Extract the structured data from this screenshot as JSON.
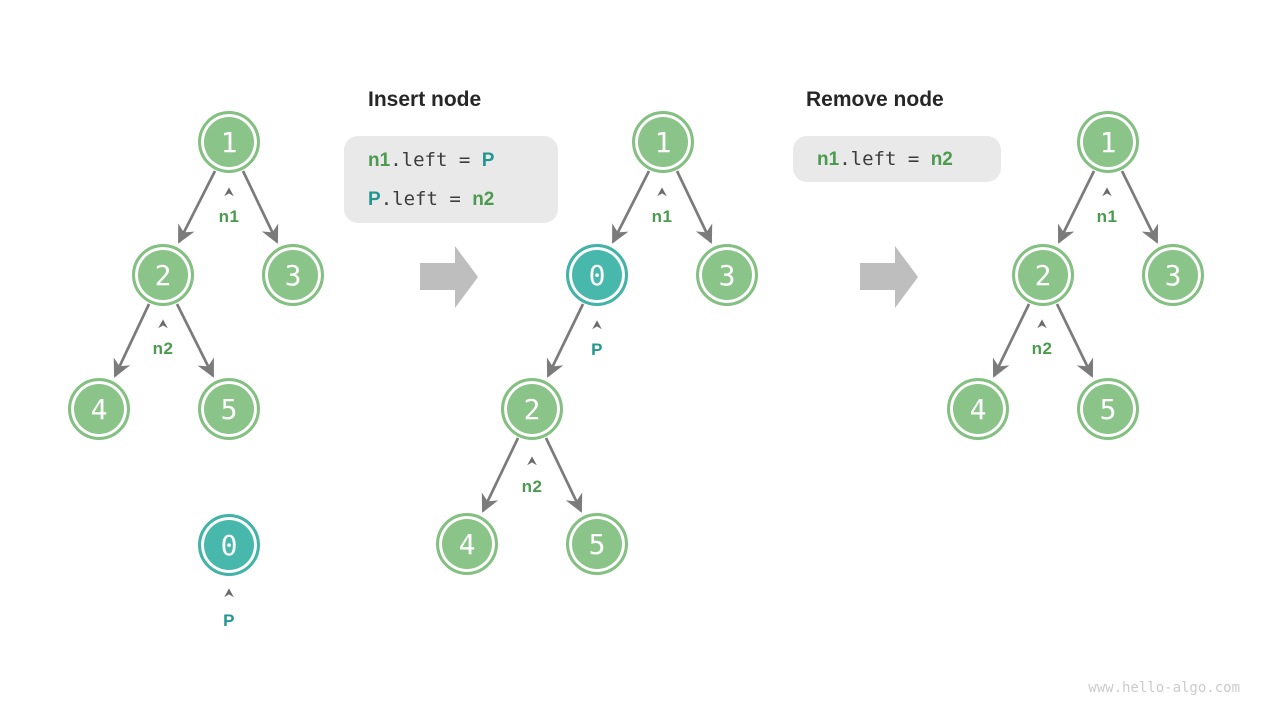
{
  "panels": {
    "insert": {
      "title": "Insert node",
      "code_lines": [
        [
          {
            "text": "n1",
            "style": "green"
          },
          {
            "text": ".left = ",
            "style": "plain"
          },
          {
            "text": "P",
            "style": "teal"
          }
        ],
        [
          {
            "text": "P",
            "style": "teal"
          },
          {
            "text": ".left = ",
            "style": "plain"
          },
          {
            "text": "n2",
            "style": "green"
          }
        ]
      ]
    },
    "remove": {
      "title": "Remove node",
      "code_lines": [
        [
          {
            "text": "n1",
            "style": "green"
          },
          {
            "text": ".left = ",
            "style": "plain"
          },
          {
            "text": "n2",
            "style": "green"
          }
        ]
      ]
    }
  },
  "trees": [
    {
      "stage": "before-insert",
      "nodes": [
        {
          "value": "1",
          "color": "green"
        },
        {
          "value": "2",
          "color": "green"
        },
        {
          "value": "3",
          "color": "green"
        },
        {
          "value": "4",
          "color": "green"
        },
        {
          "value": "5",
          "color": "green"
        }
      ],
      "edges": [
        "1->2",
        "1->3",
        "2->4",
        "2->5"
      ],
      "pointers": [
        {
          "text": "n1",
          "target": "1",
          "color": "green"
        },
        {
          "text": "n2",
          "target": "2",
          "color": "green"
        }
      ],
      "detached": {
        "node": {
          "value": "0",
          "color": "teal"
        },
        "pointer": {
          "text": "P",
          "target": "0",
          "color": "teal"
        }
      }
    },
    {
      "stage": "after-insert",
      "nodes": [
        {
          "value": "1",
          "color": "green"
        },
        {
          "value": "0",
          "color": "teal"
        },
        {
          "value": "3",
          "color": "green"
        },
        {
          "value": "2",
          "color": "green"
        },
        {
          "value": "4",
          "color": "green"
        },
        {
          "value": "5",
          "color": "green"
        }
      ],
      "edges": [
        "1->0",
        "1->3",
        "0->2",
        "2->4",
        "2->5"
      ],
      "pointers": [
        {
          "text": "n1",
          "target": "1",
          "color": "green"
        },
        {
          "text": "P",
          "target": "0",
          "color": "teal"
        },
        {
          "text": "n2",
          "target": "2",
          "color": "green"
        }
      ]
    },
    {
      "stage": "after-remove",
      "nodes": [
        {
          "value": "1",
          "color": "green"
        },
        {
          "value": "2",
          "color": "green"
        },
        {
          "value": "3",
          "color": "green"
        },
        {
          "value": "4",
          "color": "green"
        },
        {
          "value": "5",
          "color": "green"
        }
      ],
      "edges": [
        "1->2",
        "1->3",
        "2->4",
        "2->5"
      ],
      "pointers": [
        {
          "text": "n1",
          "target": "1",
          "color": "green"
        },
        {
          "text": "n2",
          "target": "2",
          "color": "green"
        }
      ]
    }
  ],
  "watermark": "www.hello-algo.com",
  "colors": {
    "node_green": "#8AC488",
    "node_teal": "#49B8AC",
    "label_green": "#4A9B4E",
    "label_teal": "#239690",
    "edge_gray": "#7B7B7B",
    "block_arrow_gray": "#BEBEBE",
    "code_background": "#E9E9E9",
    "code_plain_text": "#3C3C3C",
    "title_text": "#262626",
    "watermark_gray": "#CBCBCB"
  }
}
